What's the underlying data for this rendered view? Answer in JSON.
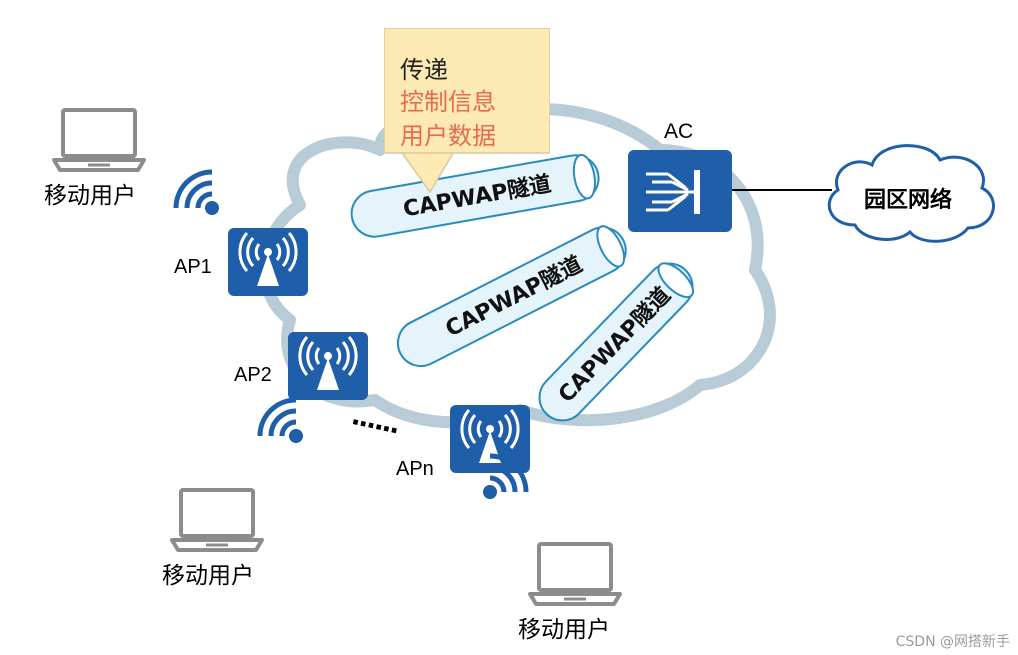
{
  "callout": {
    "line1": "传递",
    "line2": "控制信息",
    "line3": "用户数据",
    "accent_color": "#e86a50",
    "bg_color": "#fde9b4"
  },
  "tunnels": [
    {
      "label": "CAPWAP隧道"
    },
    {
      "label": "CAPWAP隧道"
    },
    {
      "label": "CAPWAP隧道"
    }
  ],
  "nodes": {
    "ac_label": "AC",
    "campus_network": "园区网络",
    "ap1": "AP1",
    "ap2": "AP2",
    "apn": "APn",
    "ellipsis": "······"
  },
  "users": {
    "user1": "移动用户",
    "user2": "移动用户",
    "user3": "移动用户"
  },
  "colors": {
    "device_blue": "#1f5ea8",
    "cloud_stroke": "#b8ccd8",
    "tunnel_fill": "#e4f4fa",
    "tunnel_stroke": "#2a8bbf"
  },
  "watermark": "CSDN @网搭新手",
  "icons": [
    "laptop-icon",
    "wifi-signal-icon",
    "ap-antenna-icon",
    "ac-switch-icon",
    "cloud-icon"
  ]
}
